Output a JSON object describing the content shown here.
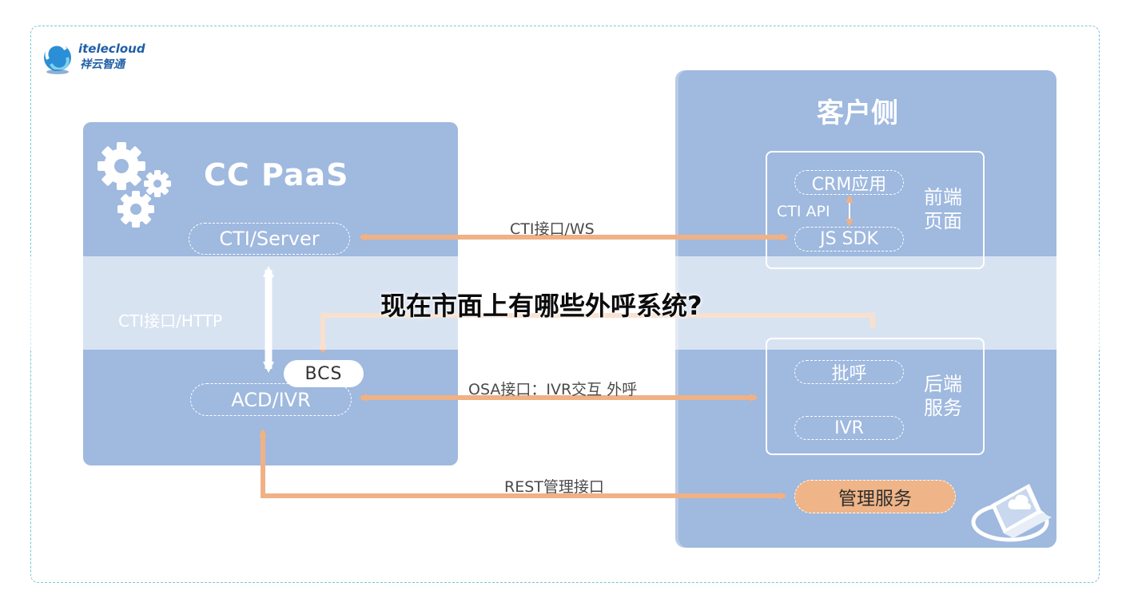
{
  "brand": {
    "name_en": "itelecloud",
    "name_cn": "祥云智通"
  },
  "left_panel": {
    "title": "CC PaaS",
    "cti_server": "CTI/Server",
    "acd_ivr": "ACD/IVR",
    "bcs": "BCS",
    "cti_http_label": "CTI接口/HTTP"
  },
  "right_panel": {
    "title": "客户侧",
    "frontend": {
      "label": "前端\n页面",
      "crm": "CRM应用",
      "cti_api": "CTI API",
      "js_sdk": "JS SDK"
    },
    "backend": {
      "label": "后端\n服务",
      "batch_call": "批呼",
      "ivr": "IVR"
    },
    "management": "管理服务"
  },
  "links": {
    "cti_ws": "CTI接口/WS",
    "osa": "OSA接口：IVR交互 外呼",
    "rest": "REST管理接口"
  },
  "headline": "现在市面上有哪些外呼系统?",
  "colors": {
    "panel": "#9fb9df",
    "arrow": "#f0b185",
    "band": "rgba(255,255,255,0.6)",
    "frame": "#7cc4d6"
  },
  "icons": [
    "gear-icon",
    "laptop-cloud-icon",
    "brand-logo-icon"
  ]
}
